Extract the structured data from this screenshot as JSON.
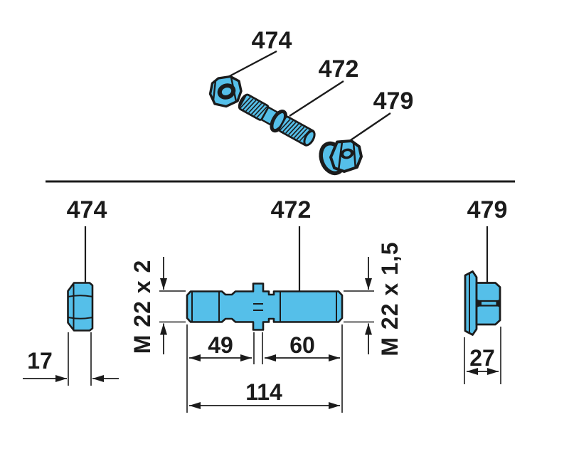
{
  "drawing": {
    "type": "parts-diagram",
    "parts": {
      "nut": "474",
      "stud": "472",
      "flange_nut": "479"
    },
    "dimensions": {
      "nut_width": "17",
      "stud_thread_left": "M 22 x 2",
      "stud_thread_right": "M 22 x 1,5",
      "stud_left_length": "49",
      "stud_right_length": "60",
      "stud_total_length": "114",
      "flange_nut_width": "27"
    },
    "colors": {
      "part_fill": "#55BFE9",
      "outline": "#1b1b1b"
    }
  }
}
